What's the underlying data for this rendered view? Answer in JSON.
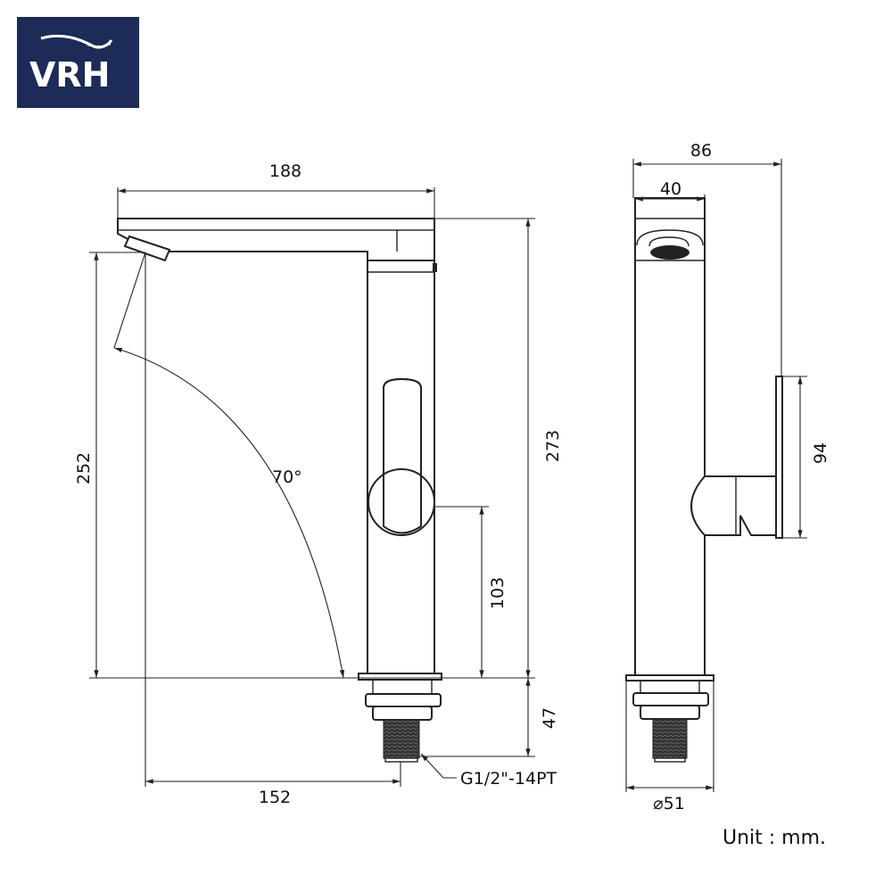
{
  "logo": {
    "text": "VRH",
    "bg_color": "#1c2b57"
  },
  "front_view": {
    "dims": {
      "width_top": "188",
      "height_total": "273",
      "spout_height": "252",
      "handle_height": "103",
      "below_deck": "47",
      "reach": "152",
      "angle": "70°"
    },
    "thread_label": "G1/2\"-14PT"
  },
  "side_view": {
    "dims": {
      "depth": "86",
      "spout_depth": "40",
      "lever_height": "94",
      "base_diameter": "⌀51"
    }
  },
  "unit_label": "Unit : mm."
}
